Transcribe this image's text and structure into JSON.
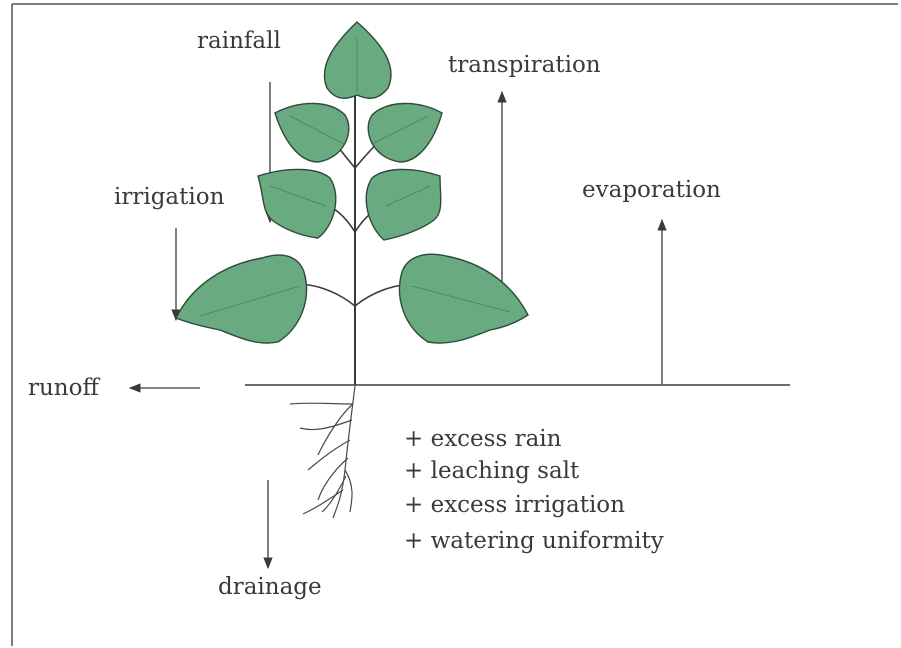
{
  "labels": {
    "rainfall": "rainfall",
    "transpiration": "transpiration",
    "irrigation": "irrigation",
    "evaporation": "evaporation",
    "runoff": "runoff",
    "drainage": "drainage"
  },
  "drainage_factors": [
    "+ excess rain",
    "+ leaching salt",
    "+ excess irrigation",
    "+ watering uniformity"
  ],
  "colors": {
    "leaf": "#6aaa80",
    "leaf_outline": "#2e4a3a",
    "line": "#3a3a3a"
  }
}
